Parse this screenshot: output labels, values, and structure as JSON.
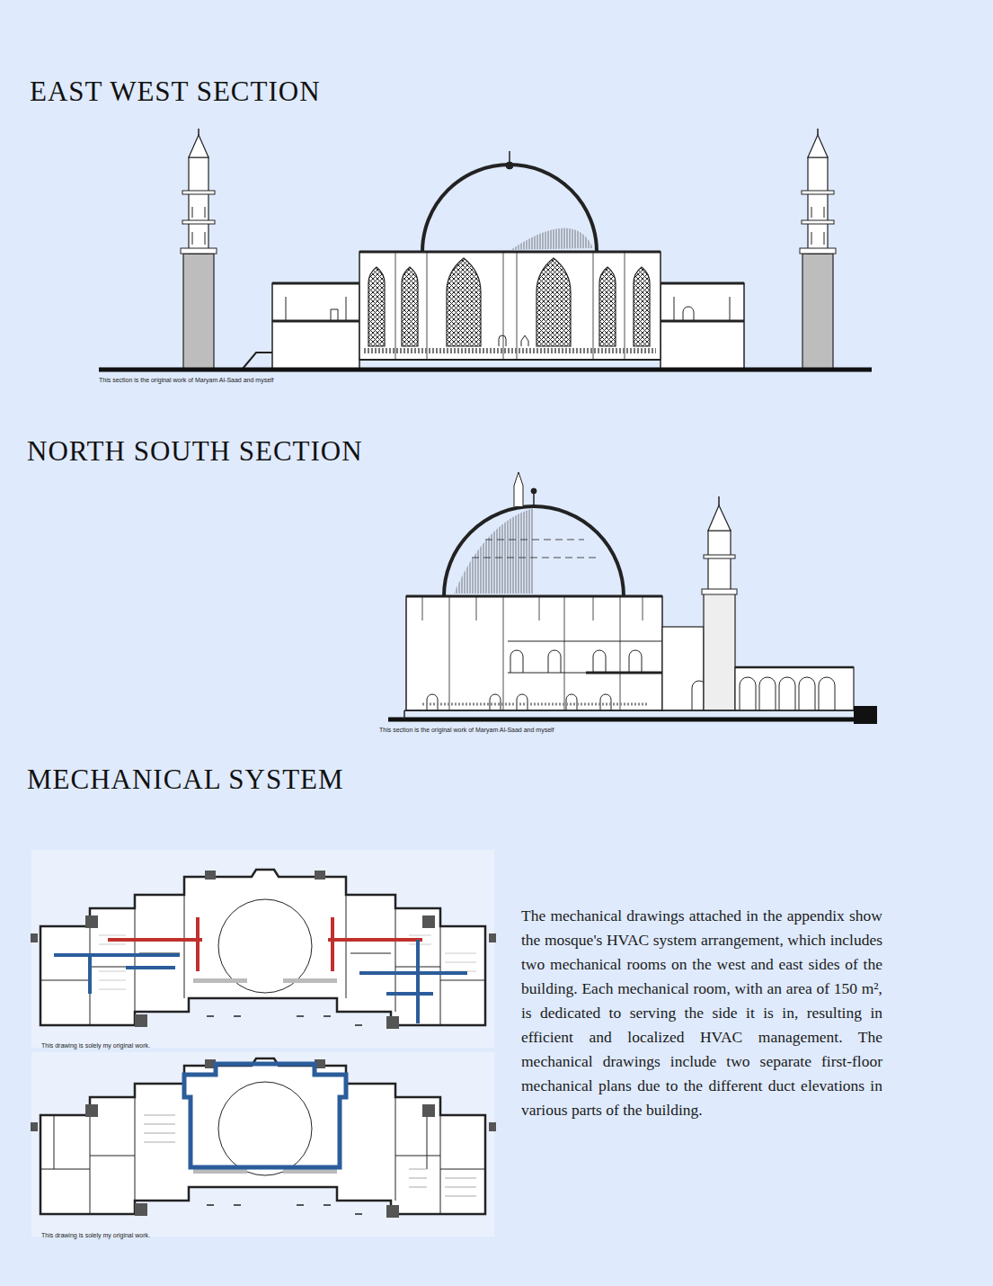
{
  "diagram": {
    "labels": [
      "EAST WEST SECTION",
      "This section is the original work of Maryam Al-Saad and myself",
      "NORTH SOUTH SECTION",
      "This section is the original work of Maryam Al-Saad and myself",
      "MECHANICAL SYSTEM",
      "This drawing is solely my original work.",
      "This drawing is solely my original work.",
      "The mechanical drawings attached in the appendix show the mosque's HVAC system arrangement, which includes two mechanical rooms on the west and east sides of the building. Each mechanical room, with an area of 150 m², is dedicated to serving the side it is in, resulting in efficient and localized HVAC management. The mechanical drawings include two separate first-floor mechanical plans due to the different duct elevations in various parts of the building."
    ]
  }
}
